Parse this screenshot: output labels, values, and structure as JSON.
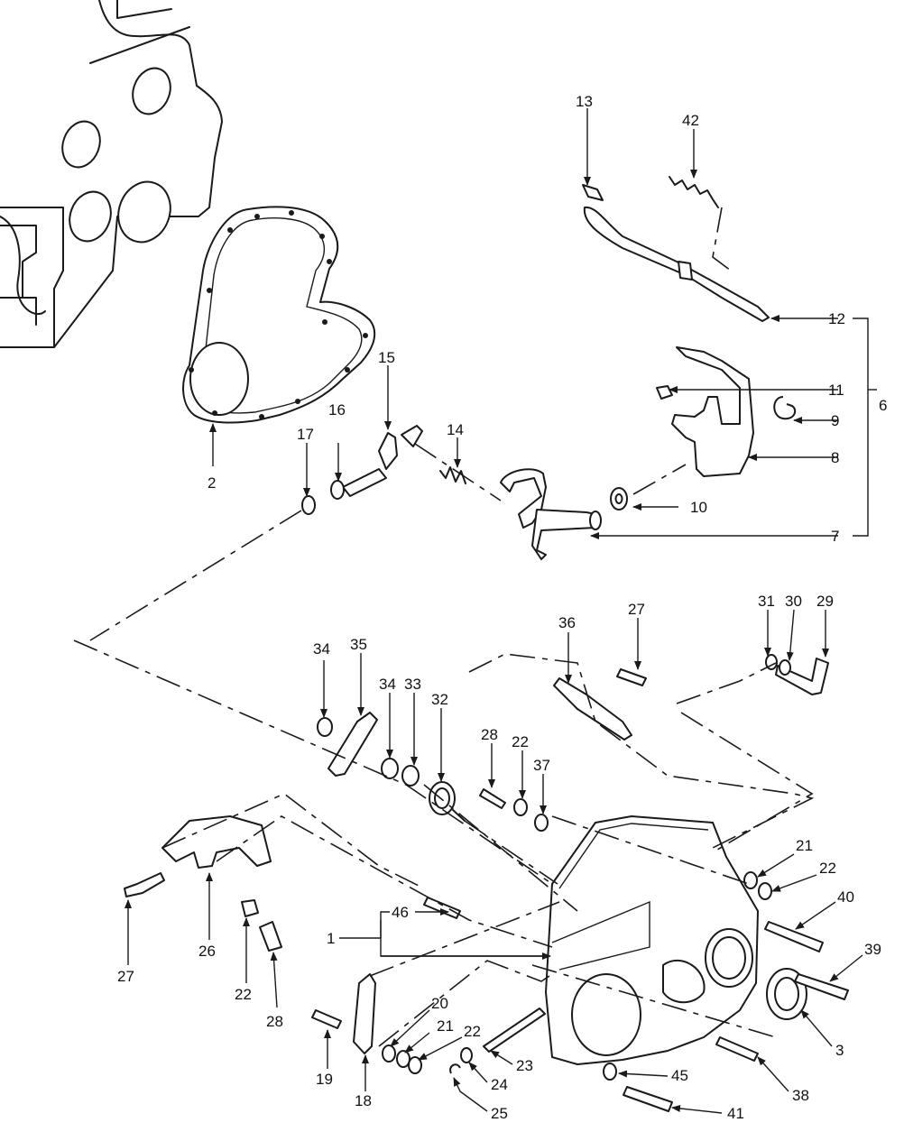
{
  "callouts": {
    "c1": "1",
    "c2": "2",
    "c3": "3",
    "c6": "6",
    "c7": "7",
    "c8": "8",
    "c9": "9",
    "c10": "10",
    "c11": "11",
    "c12": "12",
    "c13": "13",
    "c14": "14",
    "c15": "15",
    "c16": "16",
    "c17": "17",
    "c18": "18",
    "c19": "19",
    "c20": "20",
    "c21a": "21",
    "c21b": "21",
    "c22a": "22",
    "c22b": "22",
    "c22c": "22",
    "c22d": "22",
    "c23": "23",
    "c24": "24",
    "c25": "25",
    "c26": "26",
    "c27a": "27",
    "c27b": "27",
    "c28a": "28",
    "c28b": "28",
    "c29": "29",
    "c30": "30",
    "c31": "31",
    "c32": "32",
    "c33": "33",
    "c34a": "34",
    "c34b": "34",
    "c35": "35",
    "c36": "36",
    "c37": "37",
    "c38": "38",
    "c39": "39",
    "c40": "40",
    "c41": "41",
    "c42": "42",
    "c45": "45",
    "c46": "46"
  }
}
